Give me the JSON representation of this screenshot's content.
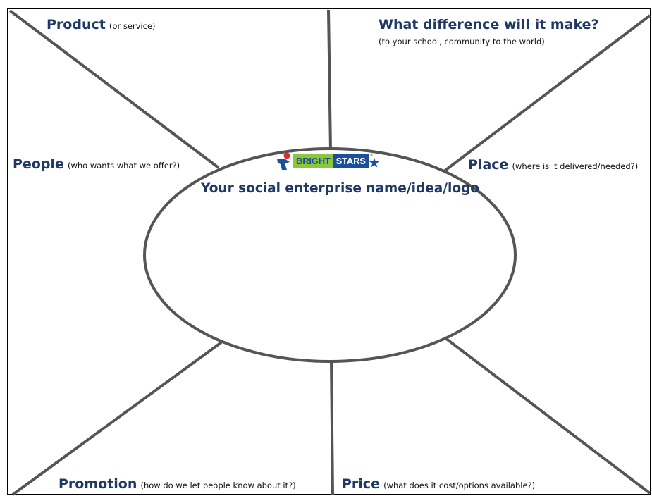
{
  "sections": {
    "product": {
      "heading": "Product",
      "hint": "(or service)"
    },
    "difference": {
      "heading": "What difference will it make?",
      "hint": "(to your school, community to the world)"
    },
    "people": {
      "heading": "People",
      "hint": "(who wants what we offer?)"
    },
    "place": {
      "heading": "Place",
      "hint": "(where is it delivered/needed?)"
    },
    "promotion": {
      "heading": "Promotion",
      "hint": "(how do we let people know about it?)"
    },
    "price": {
      "heading": "Price",
      "hint": "(what does it cost/options available?)"
    }
  },
  "center": {
    "title": "Your social enterprise name/idea/logo",
    "logo": {
      "word1": "BRIGHT",
      "word2": "STARS"
    }
  },
  "colors": {
    "heading": "#1f3864",
    "line": "#555555",
    "logo_blue": "#1b4f9c",
    "logo_green": "#8cc63f",
    "logo_red": "#e02a2a"
  }
}
